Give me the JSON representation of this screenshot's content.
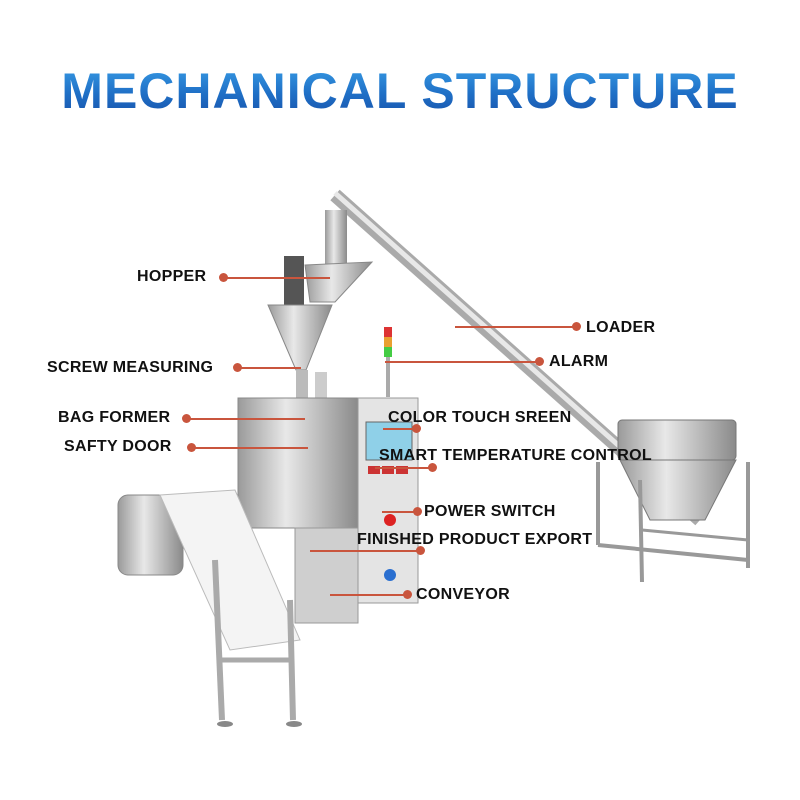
{
  "title": "MECHANICAL STRUCTURE",
  "accent_color": "#c9553d",
  "title_color": "#1f6fc6",
  "labels": {
    "hopper": "HOPPER",
    "screw_measuring": "SCREW MEASURING",
    "bag_former": "BAG FORMER",
    "safty_door": "SAFTY DOOR",
    "loader": "LOADER",
    "alarm": "ALARM",
    "color_touch_screen": "COLOR TOUCH SREEN",
    "smart_temperature_control": "SMART TEMPERATURE CONTROL",
    "power_switch": "POWER SWITCH",
    "finished_product_export": "FINISHED PRODUCT EXPORT",
    "conveyor": "CONVEYOR"
  }
}
